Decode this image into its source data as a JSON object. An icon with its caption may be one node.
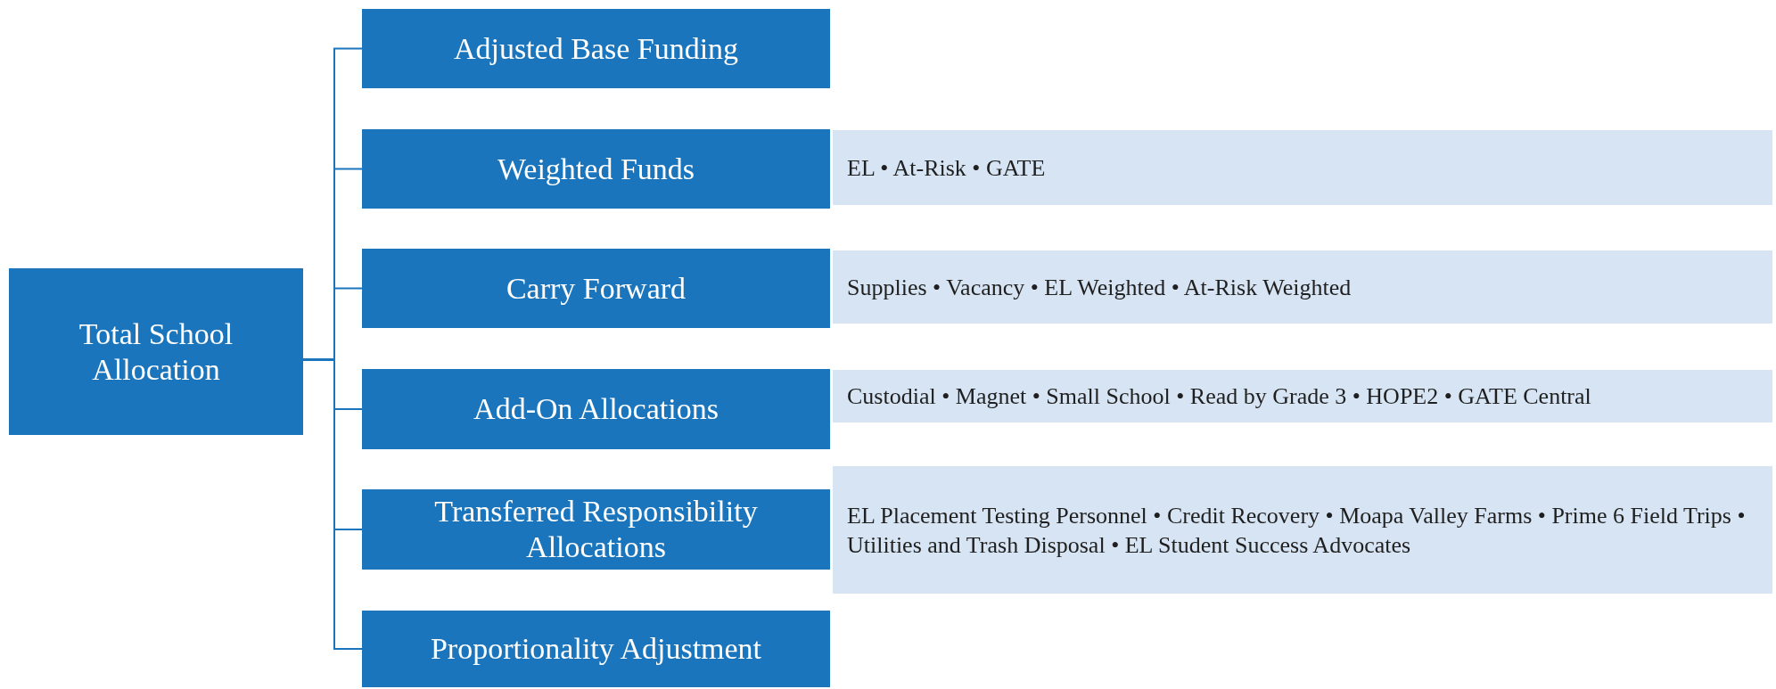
{
  "diagram": {
    "nodes": [
      {
        "text": [
          "Total School Allocation"
        ]
      },
      {
        "text": [
          "Adjusted Base Funding"
        ]
      },
      {
        "text": [
          "Weighted Funds"
        ]
      },
      {
        "text": [
          "EL • At-Risk • GATE"
        ]
      },
      {
        "text": [
          "Carry Forward"
        ]
      },
      {
        "text": [
          "Supplies • Vacancy • EL Weighted • At-Risk Weighted"
        ]
      },
      {
        "text": [
          "Add-On Allocations"
        ]
      },
      {
        "text": [
          "Custodial • Magnet • Small School • Read by Grade 3 • HOPE2 • GATE Central"
        ]
      },
      {
        "text": [
          "Transferred Responsibility Allocations"
        ]
      },
      {
        "text": [
          "EL Placement Testing Personnel • Credit Recovery • Moapa Valley Farms • Prime 6 Field Trips • Utilities and Trash Disposal • EL Student Success Advocates"
        ]
      },
      {
        "text": [
          "Proportionality Adjustment"
        ]
      }
    ],
    "edges": [
      {
        "from": 0,
        "to": 1,
        "arrow": "none"
      },
      {
        "from": 0,
        "to": 2,
        "arrow": "none"
      },
      {
        "from": 0,
        "to": 4,
        "arrow": "none"
      },
      {
        "from": 0,
        "to": 6,
        "arrow": "none"
      },
      {
        "from": 0,
        "to": 8,
        "arrow": "none"
      },
      {
        "from": 0,
        "to": 10,
        "arrow": "none"
      }
    ]
  }
}
